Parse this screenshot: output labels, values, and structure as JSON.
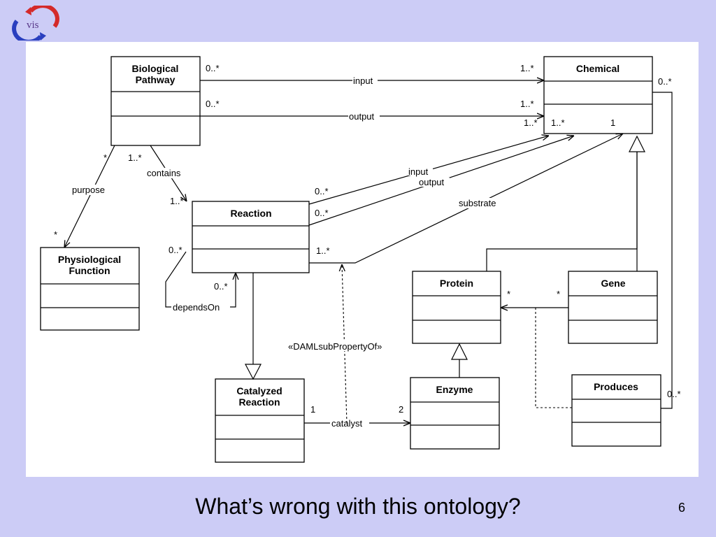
{
  "logo": {
    "text": "vis"
  },
  "slide": {
    "title": "What’s wrong with this ontology?",
    "page_number": "6"
  },
  "colors": {
    "background": "#ccccf6",
    "canvas": "#ffffff",
    "logo_red": "#d42a2a",
    "logo_blue": "#2a3fbf"
  },
  "classes": {
    "biological_pathway": [
      "Biological",
      "Pathway"
    ],
    "chemical": [
      "Chemical"
    ],
    "reaction": [
      "Reaction"
    ],
    "physiological_function": [
      "Physiological",
      "Function"
    ],
    "protein": [
      "Protein"
    ],
    "gene": [
      "Gene"
    ],
    "catalyzed_reaction": [
      "Catalyzed",
      "Reaction"
    ],
    "enzyme": [
      "Enzyme"
    ],
    "produces": [
      "Produces"
    ]
  },
  "relations": {
    "bp_input": "input",
    "bp_output": "output",
    "reaction_input": "input",
    "reaction_output": "output",
    "substrate": "substrate",
    "contains": "contains",
    "purpose": "purpose",
    "depends_on": "dependsOn",
    "catalyst": "catalyst",
    "subproperty": "«DAMLsubPropertyOf»"
  },
  "multiplicities": {
    "bp_input_src": "0..*",
    "bp_input_dst": "1..*",
    "bp_output_src": "0..*",
    "bp_output_dst": "1..*",
    "chem_in_1": "1..*",
    "chem_in_2": "1..*",
    "chem_in_3": "1",
    "chem_right": "0..*",
    "bp_purpose": "*",
    "bp_contains": "1..*",
    "physio_purpose": "*",
    "reaction_contains": "1..*",
    "reaction_input_src": "0..*",
    "reaction_output_src": "0..*",
    "reaction_depends_src": "0..*",
    "reaction_substrate_src": "1..*",
    "reaction_depends_dst": "0..*",
    "protein_gene_protein": "*",
    "protein_gene_gene": "*",
    "catalyzed_catalyst": "1",
    "enzyme_catalyst": "2",
    "produces_right": "0..*"
  }
}
